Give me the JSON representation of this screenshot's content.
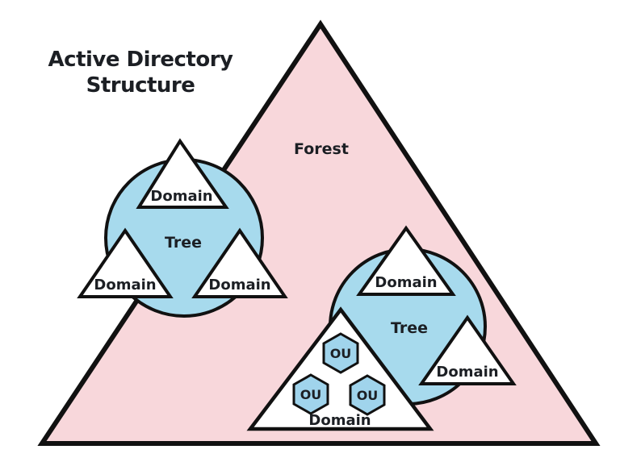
{
  "title": {
    "line1": "Active Directory",
    "line2": "Structure"
  },
  "forest": {
    "label": "Forest"
  },
  "tree1": {
    "label": "Tree",
    "domain_top": "Domain",
    "domain_left": "Domain",
    "domain_right": "Domain"
  },
  "tree2": {
    "label": "Tree",
    "domain_top": "Domain",
    "domain_right": "Domain",
    "domain_bottom": "Domain",
    "ou_top": "OU",
    "ou_left": "OU",
    "ou_right": "OU"
  },
  "colors": {
    "forest_fill": "#f8d7db",
    "tree_fill": "#a7daed",
    "domain_fill": "#ffffff",
    "ou_fill": "#a0d4ec",
    "outline": "#111111",
    "text": "#1c1f24"
  }
}
